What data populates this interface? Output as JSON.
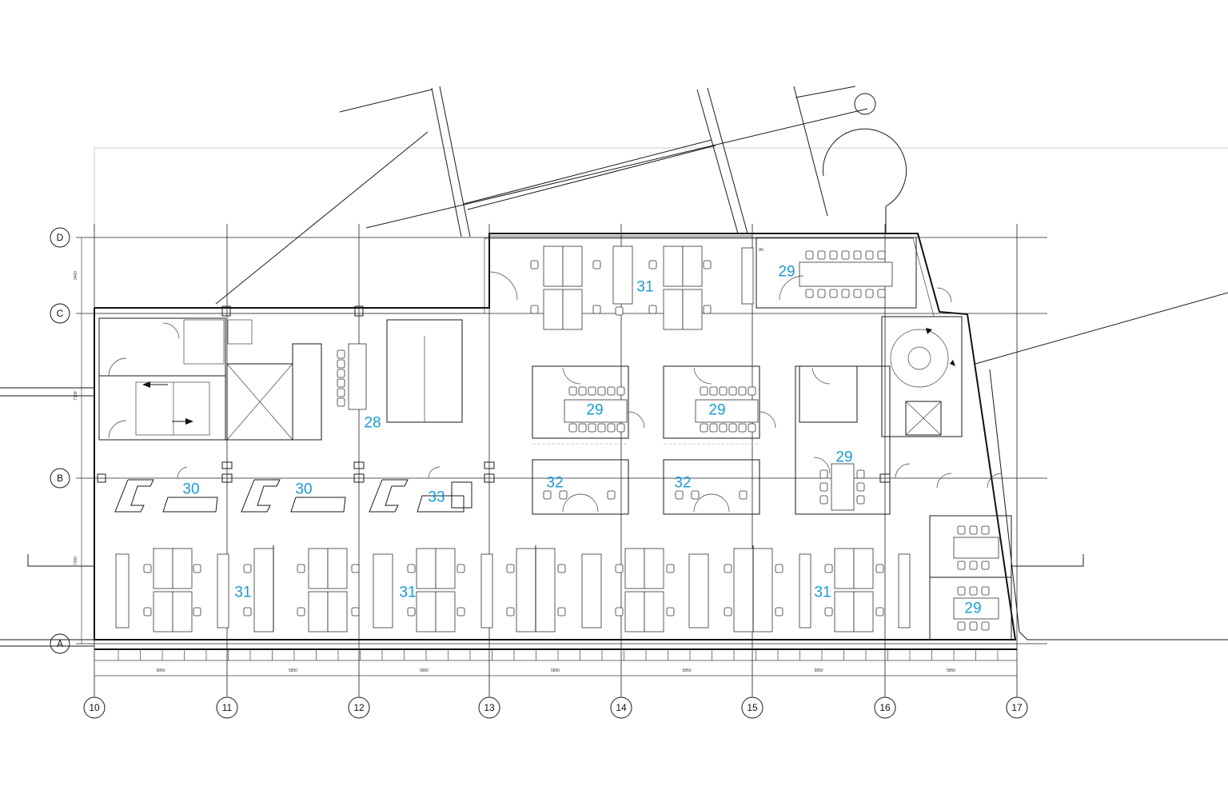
{
  "grid": {
    "columns": [
      "10",
      "11",
      "12",
      "13",
      "14",
      "15",
      "16",
      "17"
    ],
    "rows": [
      "D",
      "C",
      "B",
      "A"
    ]
  },
  "dimensions": {
    "bay": [
      "5850",
      "5850",
      "5850",
      "5850",
      "5850",
      "5850",
      "5850",
      "5850",
      "5850"
    ],
    "row_spacing": [
      "3400",
      "7300",
      "7300"
    ],
    "av_note": "AV"
  },
  "rooms": [
    "29",
    "31",
    "28",
    "29",
    "29",
    "29",
    "30",
    "30",
    "33",
    "32",
    "32",
    "31",
    "31",
    "31",
    "29"
  ]
}
